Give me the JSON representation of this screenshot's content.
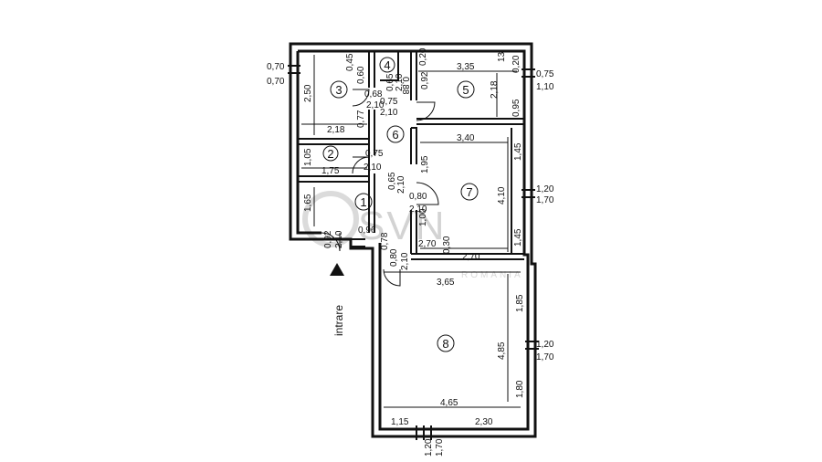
{
  "rooms": [
    "1",
    "2",
    "3",
    "4",
    "5",
    "6",
    "7",
    "8"
  ],
  "entrance_label": "intrare",
  "watermark": {
    "brand": "SVN",
    "sub": "ROMANIA"
  },
  "dims": {
    "w1a": "0,70",
    "w1b": "0,70",
    "r3_h": "2,50",
    "r3_w": "2,18",
    "r3_a": "0,45",
    "r3_b": "0,60",
    "r3_door_w": "0,68",
    "r3_door_h": "2,10",
    "r3_wall": "0,77",
    "r4_a": "0,65",
    "r4_b": "2,10",
    "r4_c": "0,88",
    "r5_top": "3,35",
    "r5_small": "0,20",
    "r5_tick": "13",
    "r5_side": "0,20",
    "r5_h": "2,18",
    "r5_door_w": "0,92",
    "r5_door_h": "2,10",
    "r5_win": "0,95",
    "w5a": "0,75",
    "w5b": "1,10",
    "r6_door_w": "0,75",
    "r6_door_h": "2,10",
    "r2_h": "1,05",
    "r2_w": "1,75",
    "r2_door_w": "0,75",
    "r2_door_h": "2,10",
    "r7_top": "3,40",
    "r7_h1": "1,95",
    "r7_h2": "4,10",
    "r7_side1": "1,45",
    "r7_side2": "1,45",
    "r7_door_w": "0,80",
    "r7_door_h": "2,10",
    "r7_door_off": "1,00",
    "r7_b1": "2,70",
    "r7_b2": "0,30",
    "r7_b3": "2,70",
    "w7a": "1,20",
    "w7b": "1,70",
    "r6_wall_a": "0,65",
    "r6_wall_b": "2,10",
    "r1_h": "1,65",
    "r1_w": "0,96",
    "r1_door_w": "0,92",
    "r1_door_h": "2,10",
    "r8_door_a": "0,78",
    "r8_door_w": "0,80",
    "r8_door_h": "2,10",
    "r8_top": "3,65",
    "r8_side1": "1,85",
    "r8_h": "4,85",
    "r8_side2": "1,80",
    "r8_w": "4,65",
    "r8_b1": "1,15",
    "r8_b2": "2,30",
    "w8a": "1,20",
    "w8b": "1,70",
    "w8s_a": "1,20",
    "w8s_b": "1,70"
  }
}
